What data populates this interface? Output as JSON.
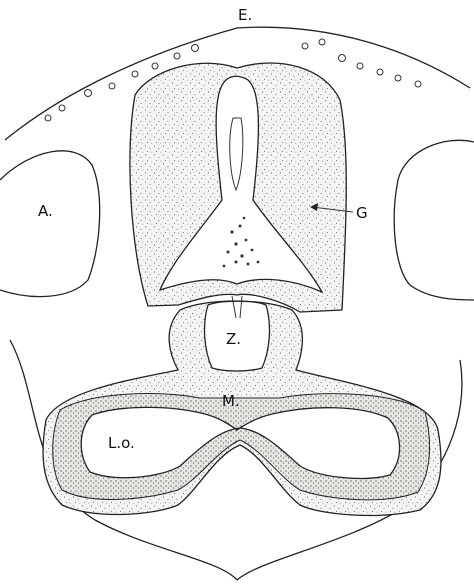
{
  "labels": {
    "e": "E.",
    "g": "G",
    "a": "A.",
    "z": "Z.",
    "m": "M.",
    "lo": "L.o."
  }
}
